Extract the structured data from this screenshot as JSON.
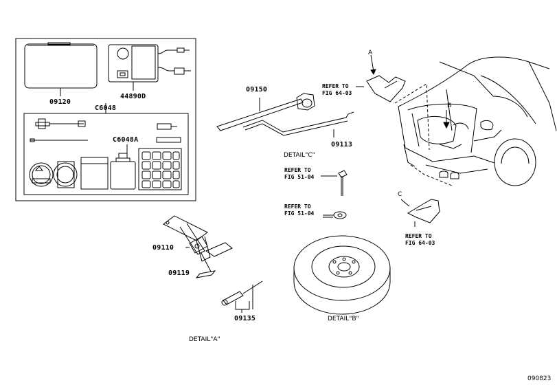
{
  "parts": {
    "p09120": "09120",
    "p44890D": "44890D",
    "pC6048": "C6048",
    "pC6048A": "C6048A",
    "p09150": "09150",
    "p09113": "09113",
    "p09110": "09110",
    "p09119": "09119",
    "p09135": "09135"
  },
  "details": {
    "a": "DETAIL\"A\"",
    "b": "DETAIL\"B\"",
    "c": "DETAIL\"C\""
  },
  "references": [
    {
      "line1": "REFER TO",
      "line2": "FIG 64-03"
    },
    {
      "line1": "REFER TO",
      "line2": "FIG 51-04"
    },
    {
      "line1": "REFER TO",
      "line2": "FIG 51-04"
    },
    {
      "line1": "REFER TO",
      "line2": "FIG 64-03"
    }
  ],
  "callouts": {
    "a": "A",
    "b": "B",
    "c": "C"
  },
  "diagram_code": "090823"
}
